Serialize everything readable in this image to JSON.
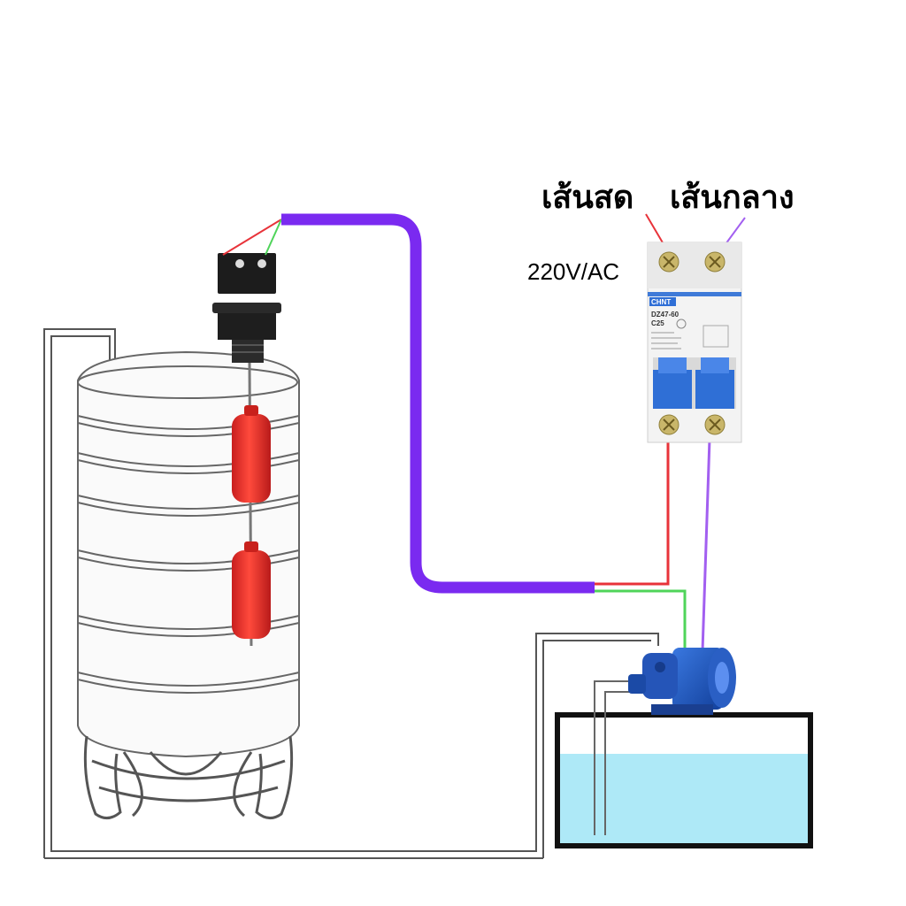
{
  "labels": {
    "live": "เส้นสด",
    "neutral": "เส้นกลาง",
    "voltage": "220V/AC"
  },
  "breaker": {
    "brand": "CHNT",
    "model": "DZ47-60",
    "rating": "C25"
  },
  "colors": {
    "live_wire": "#e8333a",
    "neutral_wire": "#a25ff0",
    "ground_wire": "#4fd45a",
    "main_cable": "#7a2af0",
    "breaker_handle": "#2f6fd6",
    "float_switch": "#e9302c",
    "water": "#aee9f7",
    "pump": "#1f4fb8"
  }
}
